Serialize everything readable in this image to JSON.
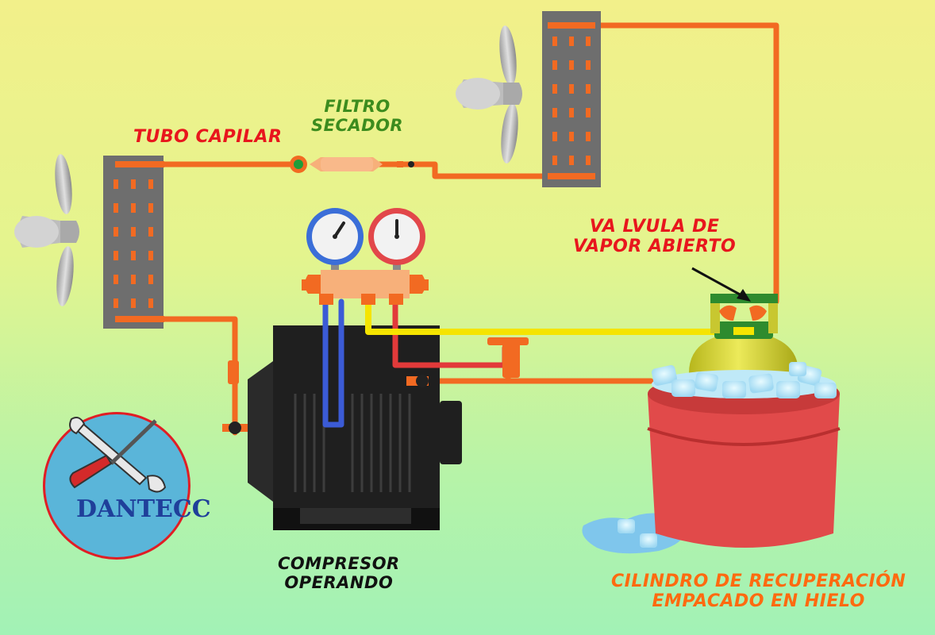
{
  "labels": {
    "tubo_capilar": "TUBO CAPILAR",
    "filtro_secador": [
      "FILTRO",
      "SECADOR"
    ],
    "valvula_vapor": [
      "VA LVULA DE",
      "VAPOR ABIERTO"
    ],
    "compresor": [
      "COMPRESOR",
      "OPERANDO"
    ],
    "cilindro": [
      "CILINDRO DE RECUPERACIÓN",
      "EMPACADO EN HIELO"
    ]
  },
  "logo": {
    "text": "DANTECC",
    "icon": "wrench-screwdriver-icon"
  },
  "colors": {
    "pipe": "#f26a22",
    "low_side_hose": "#3b5bd6",
    "high_side_hose": "#e23a3a",
    "charging_hose": "#f5e400",
    "condenser_body": "#6f6f6f",
    "compressor": "#1f1f1f",
    "bucket": "#e14a4a",
    "cylinder": "#d7d62a",
    "background_top": "#f2f08a",
    "background_bottom": "#a2f2b6"
  }
}
